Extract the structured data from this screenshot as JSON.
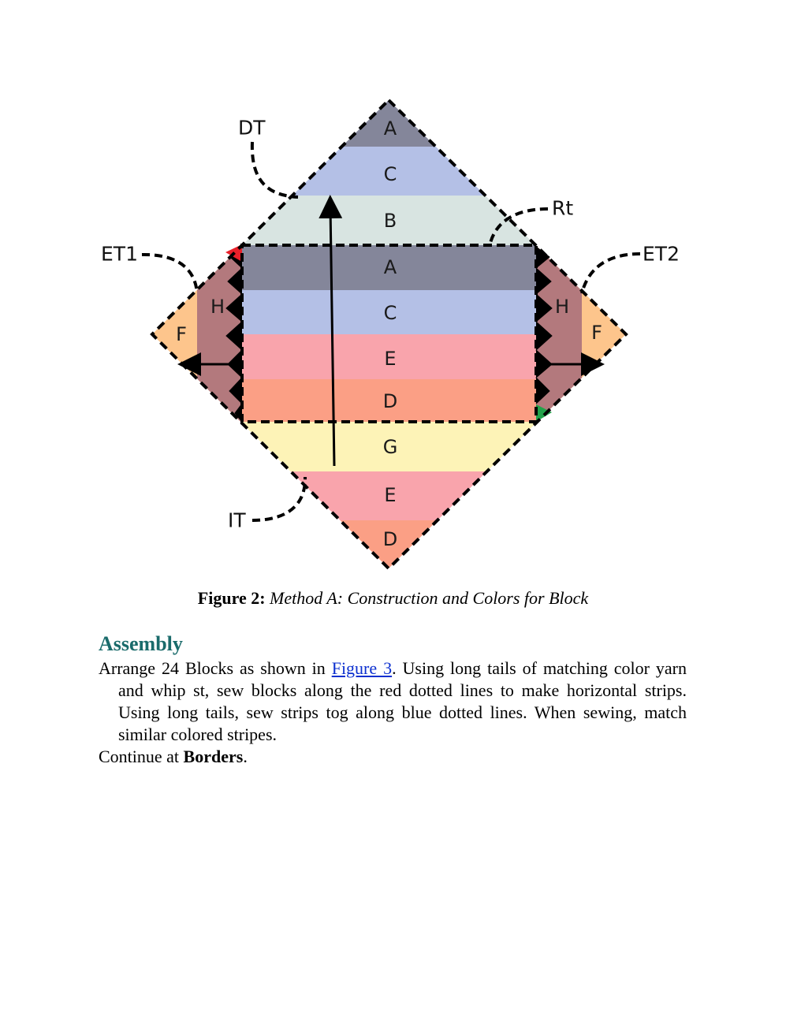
{
  "figure": {
    "stripe_labels": {
      "top": [
        "A",
        "C",
        "B"
      ],
      "center": [
        "A",
        "C",
        "E",
        "D"
      ],
      "bottom": [
        "G",
        "E",
        "D"
      ],
      "left_side": [
        "H",
        "F"
      ],
      "right_side": [
        "H",
        "F"
      ]
    },
    "callouts": {
      "dt": "DT",
      "rt": "Rt",
      "et1": "ET1",
      "et2": "ET2",
      "it": "IT"
    },
    "colors": {
      "A": "#84869a",
      "B": "#d8e4e1",
      "C": "#b4c0e6",
      "D": "#fb9f85",
      "E": "#f9a4ac",
      "F": "#fdc58c",
      "G": "#fdf3b7",
      "H": "#b3797d",
      "red_marker": "#e8202a",
      "green_marker": "#22a24a"
    }
  },
  "caption": {
    "label": "Figure 2:",
    "text": "Method A: Construction and Colors for Block"
  },
  "assembly": {
    "heading": "Assembly",
    "text_before_link": "Arrange 24 Blocks as shown in ",
    "link": "Figure 3",
    "text_after_link": ". Using long tails of matching color yarn and whip st, sew blocks along the red dotted lines to make horizontal strips. Using long tails, sew strips tog along blue dotted lines. When sewing, match similar colored stripes.",
    "continue_prefix": "Continue at ",
    "continue_bold": "Borders",
    "continue_suffix": "."
  }
}
